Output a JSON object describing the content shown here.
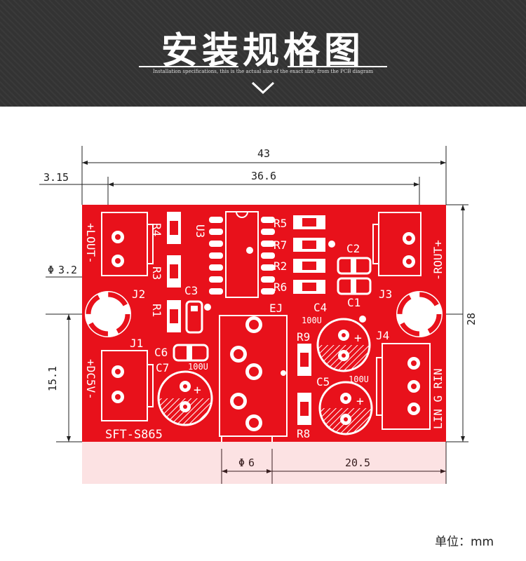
{
  "header": {
    "title": "安装规格图",
    "subtitle": "Installation specifications, this is the actual size of the exact size, from the PCB diagram"
  },
  "dimensions": {
    "width_total": "43",
    "left_offset": "3.15",
    "hole_spacing": "36.6",
    "height": "28",
    "lower_height": "15.1",
    "hole_diameter": "3.2",
    "hole_diameter_symbol": "Φ",
    "jack_diameter": "6",
    "jack_diameter_symbol": "Φ",
    "jack_offset": "20.5"
  },
  "pcb": {
    "board_color": "#e8111b",
    "model": "SFT-S865",
    "connectors": {
      "j1": "J1",
      "j2": "J2",
      "j3": "J3",
      "j4": "J4",
      "ej": "EJ",
      "u3": "U3"
    },
    "labels": {
      "j2_pins": "+LOUT-",
      "j1_pins": "+DC5V-",
      "j3_pins": "-ROUT+",
      "j4_pins": "LIN G RIN"
    },
    "components": {
      "r1": "R1",
      "r2": "R2",
      "r3": "R3",
      "r4": "R4",
      "r5": "R5",
      "r6": "R6",
      "r7": "R7",
      "r8": "R8",
      "r9": "R9",
      "c1": "C1",
      "c2": "C2",
      "c3": "C3",
      "c4": "C4",
      "c5": "C5",
      "c6": "C6",
      "c7": "C7",
      "c4_value": "100U",
      "c5_value": "100U",
      "c6_value": "100U"
    }
  },
  "unit_label": "单位：mm"
}
